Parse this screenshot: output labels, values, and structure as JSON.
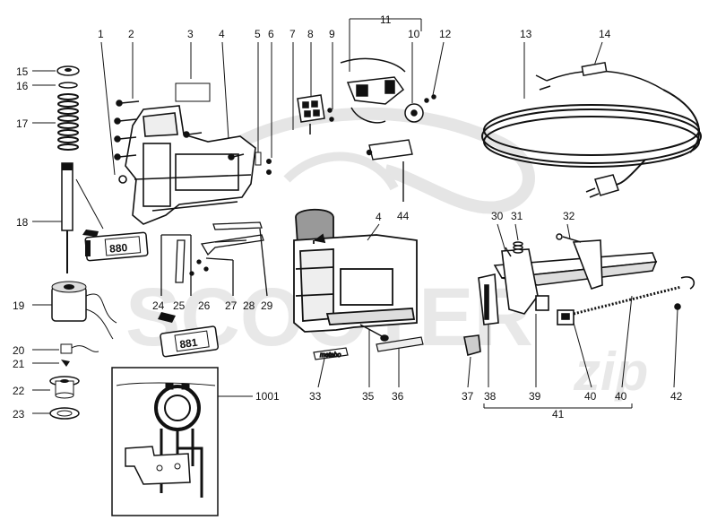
{
  "watermark": {
    "text": "SCOOTER",
    "suffix": "zip",
    "color": "#d8d8d8"
  },
  "labels": {
    "p1": "1",
    "p2": "2",
    "p3": "3",
    "p4": "4",
    "p4b": "4",
    "p5": "5",
    "p6": "6",
    "p7": "7",
    "p8": "8",
    "p9": "9",
    "p10": "10",
    "p11": "11",
    "p12": "12",
    "p13": "13",
    "p14": "14",
    "p15": "15",
    "p16": "16",
    "p17": "17",
    "p18": "18",
    "p19": "19",
    "p20": "20",
    "p21": "21",
    "p22": "22",
    "p23": "23",
    "p24": "24",
    "p25": "25",
    "p26": "26",
    "p27": "27",
    "p28": "28",
    "p29": "29",
    "p30": "30",
    "p31": "31",
    "p32": "32",
    "p33": "33",
    "p35": "35",
    "p36": "36",
    "p37": "37",
    "p38": "38",
    "p39": "39",
    "p40": "40",
    "p40b": "40",
    "p41": "41",
    "p42": "42",
    "p44": "44",
    "p1001": "1001"
  },
  "tube_labels": {
    "grease_880": "880",
    "grease_881": "881"
  },
  "nameplate_text": "metabo"
}
